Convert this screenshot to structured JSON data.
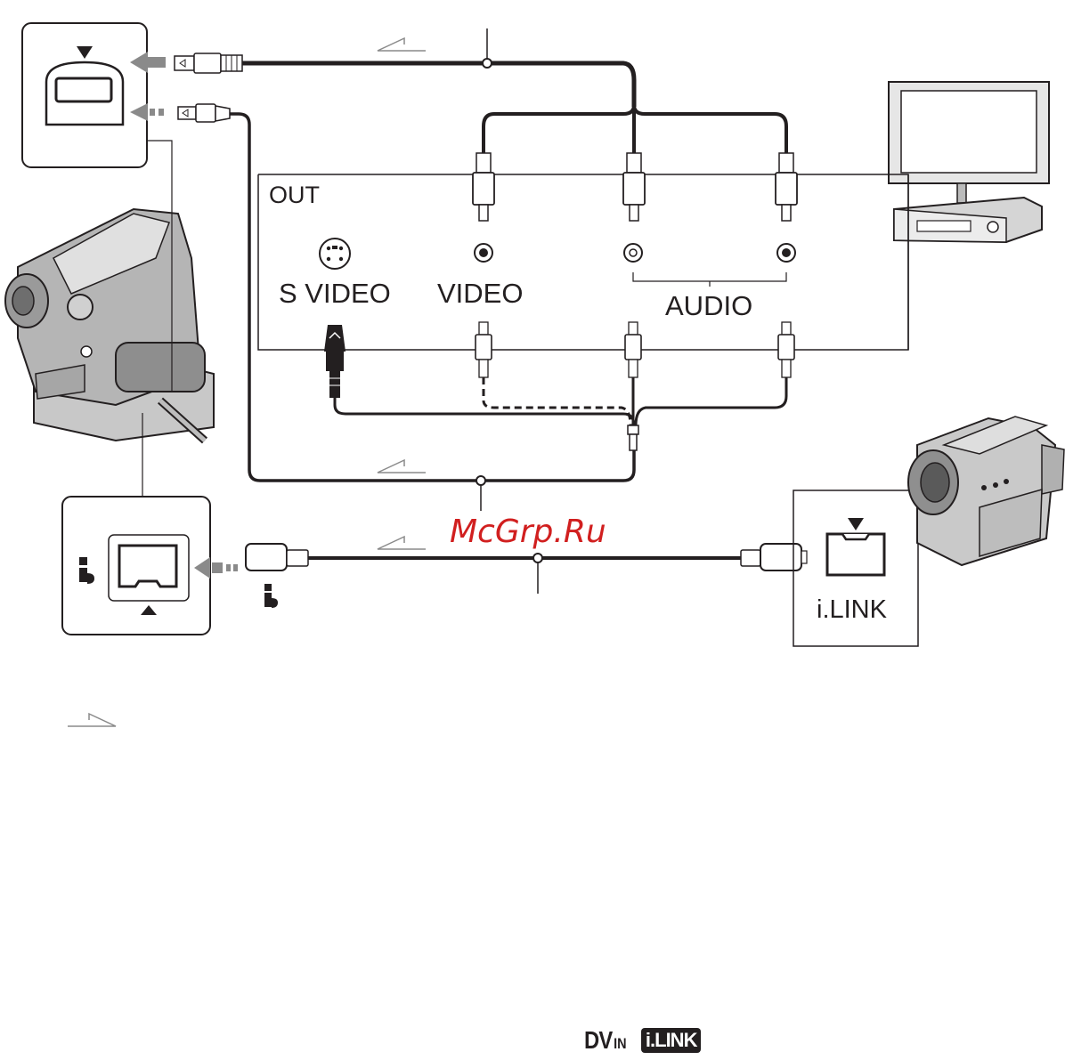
{
  "labels": {
    "out": "OUT",
    "s_video": "S VIDEO",
    "video": "VIDEO",
    "audio": "AUDIO",
    "ilink": "i.LINK"
  },
  "watermark": "McGrp.Ru",
  "logos": {
    "dv": "DV",
    "dv_in": "IN",
    "ilink": "i.LINK"
  },
  "icons": [
    "a-v-jack-callout",
    "camcorder-main",
    "tv",
    "vcr",
    "camcorder-source",
    "ilink-jack-callout",
    "ilink-symbol",
    "signal-flow-arrow"
  ],
  "colors": {
    "line": "#231f20",
    "arrow_gray": "#8a8a8a",
    "watermark": "#d11f1f"
  }
}
